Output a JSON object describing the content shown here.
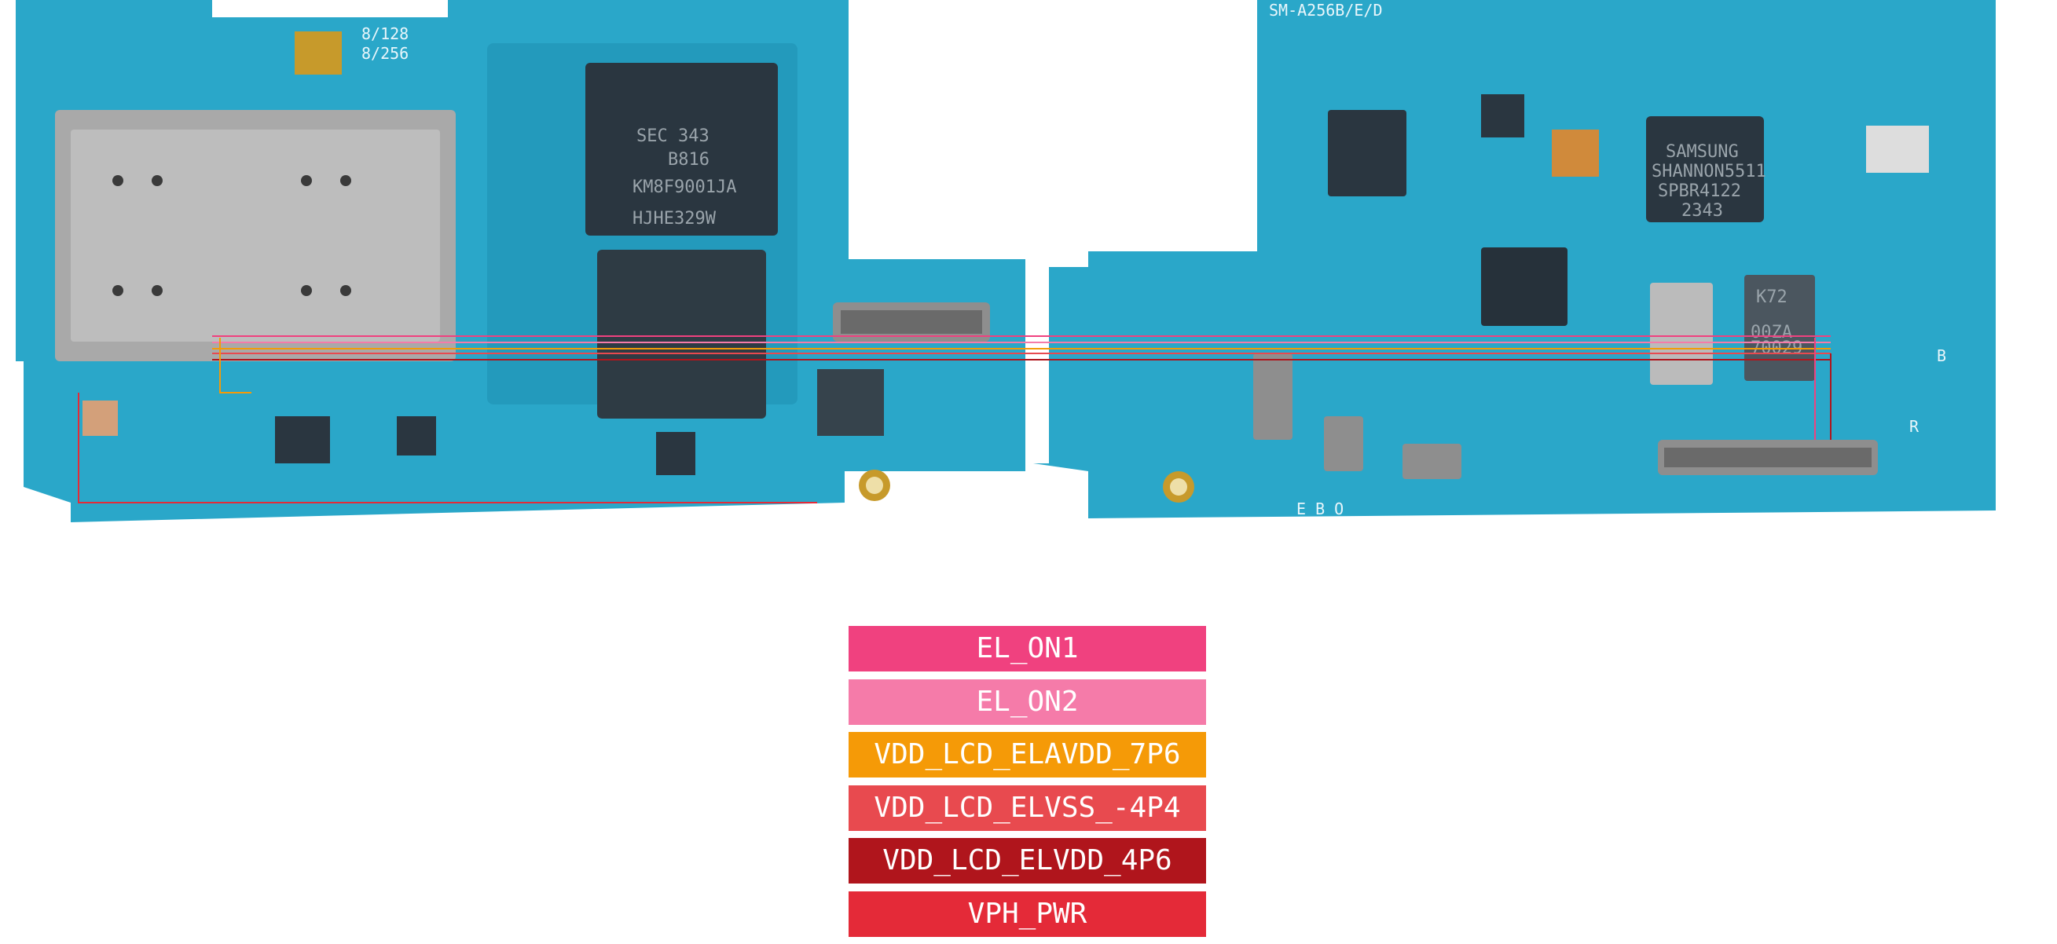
{
  "board": {
    "silk_model": "SM-A256B/E/D",
    "silk_left_mem": [
      "8/128",
      "8/256"
    ],
    "silk_markers": [
      "B",
      "R"
    ],
    "silk_bottom": "E B O",
    "left_chip_text": [
      "SEC 343",
      "B816",
      "KM8F9001JA",
      "HJHE329W"
    ],
    "right_chip_text": [
      "SAMSUNG",
      "SHANNON5511",
      "SPBR4122",
      "2343"
    ],
    "side_chip_text": [
      "K72",
      "00ZA",
      "70029"
    ]
  },
  "colors": {
    "pcb": "#2aa7c9",
    "pcb_dark": "#1e8fb0",
    "chip": "#2a3640",
    "gold": "#c79a2b",
    "sim": "#a9a9a9"
  },
  "legend": [
    {
      "label": "EL_ON1",
      "color": "#f0417f"
    },
    {
      "label": "EL_ON2",
      "color": "#f57ba9"
    },
    {
      "label": "VDD_LCD_ELAVDD_7P6",
      "color": "#f59a07"
    },
    {
      "label": "VDD_LCD_ELVSS_-4P4",
      "color": "#e84a4f"
    },
    {
      "label": "VDD_LCD_ELVDD_4P6",
      "color": "#b0151c"
    },
    {
      "label": "VPH_PWR",
      "color": "#e42a38"
    }
  ]
}
